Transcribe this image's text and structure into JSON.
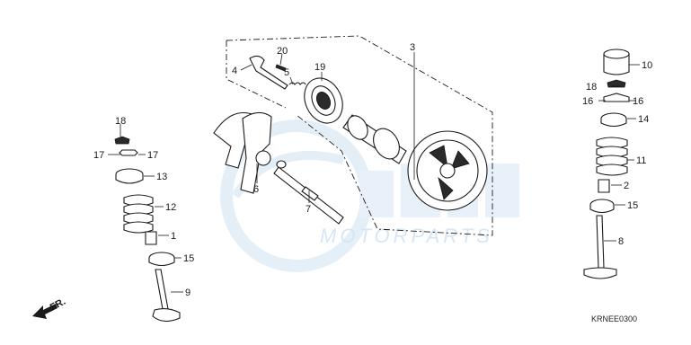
{
  "watermark": {
    "text": "MOTORPARTS",
    "color": "#d6e6f5"
  },
  "diagram_code": "KRNEE0300",
  "direction_marker": {
    "label": "FR.",
    "icon": "arrow-front-icon"
  },
  "callouts": {
    "c1": "1",
    "c2": "2",
    "c3": "3",
    "c4": "4",
    "c5": "5",
    "c6": "6",
    "c7": "7",
    "c8": "8",
    "c9": "9",
    "c10": "10",
    "c11": "11",
    "c12": "12",
    "c13": "13",
    "c14": "14",
    "c15a": "15",
    "c15b": "15",
    "c16a": "16",
    "c16b": "16",
    "c17a": "17",
    "c17b": "17",
    "c18a": "18",
    "c18b": "18",
    "c19": "19",
    "c20": "20"
  }
}
